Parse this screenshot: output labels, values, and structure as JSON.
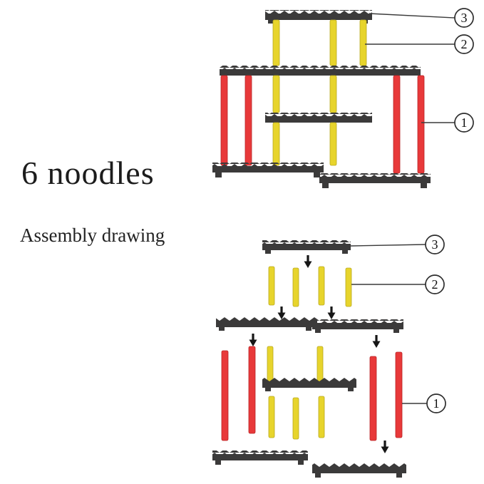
{
  "page": {
    "title": "6 noodles",
    "subtitle": "Assembly drawing"
  },
  "colors": {
    "yellow": "#e7d42c",
    "red": "#e8393a",
    "panel": "#3b3a3a",
    "ink": "#1c1c1c",
    "line": "#3a3a3a",
    "bg": "#ffffff"
  },
  "callouts": {
    "assembled": [
      {
        "label": "3"
      },
      {
        "label": "2"
      },
      {
        "label": "1"
      }
    ],
    "exploded": [
      {
        "label": "3"
      },
      {
        "label": "2"
      },
      {
        "label": "1"
      }
    ]
  }
}
